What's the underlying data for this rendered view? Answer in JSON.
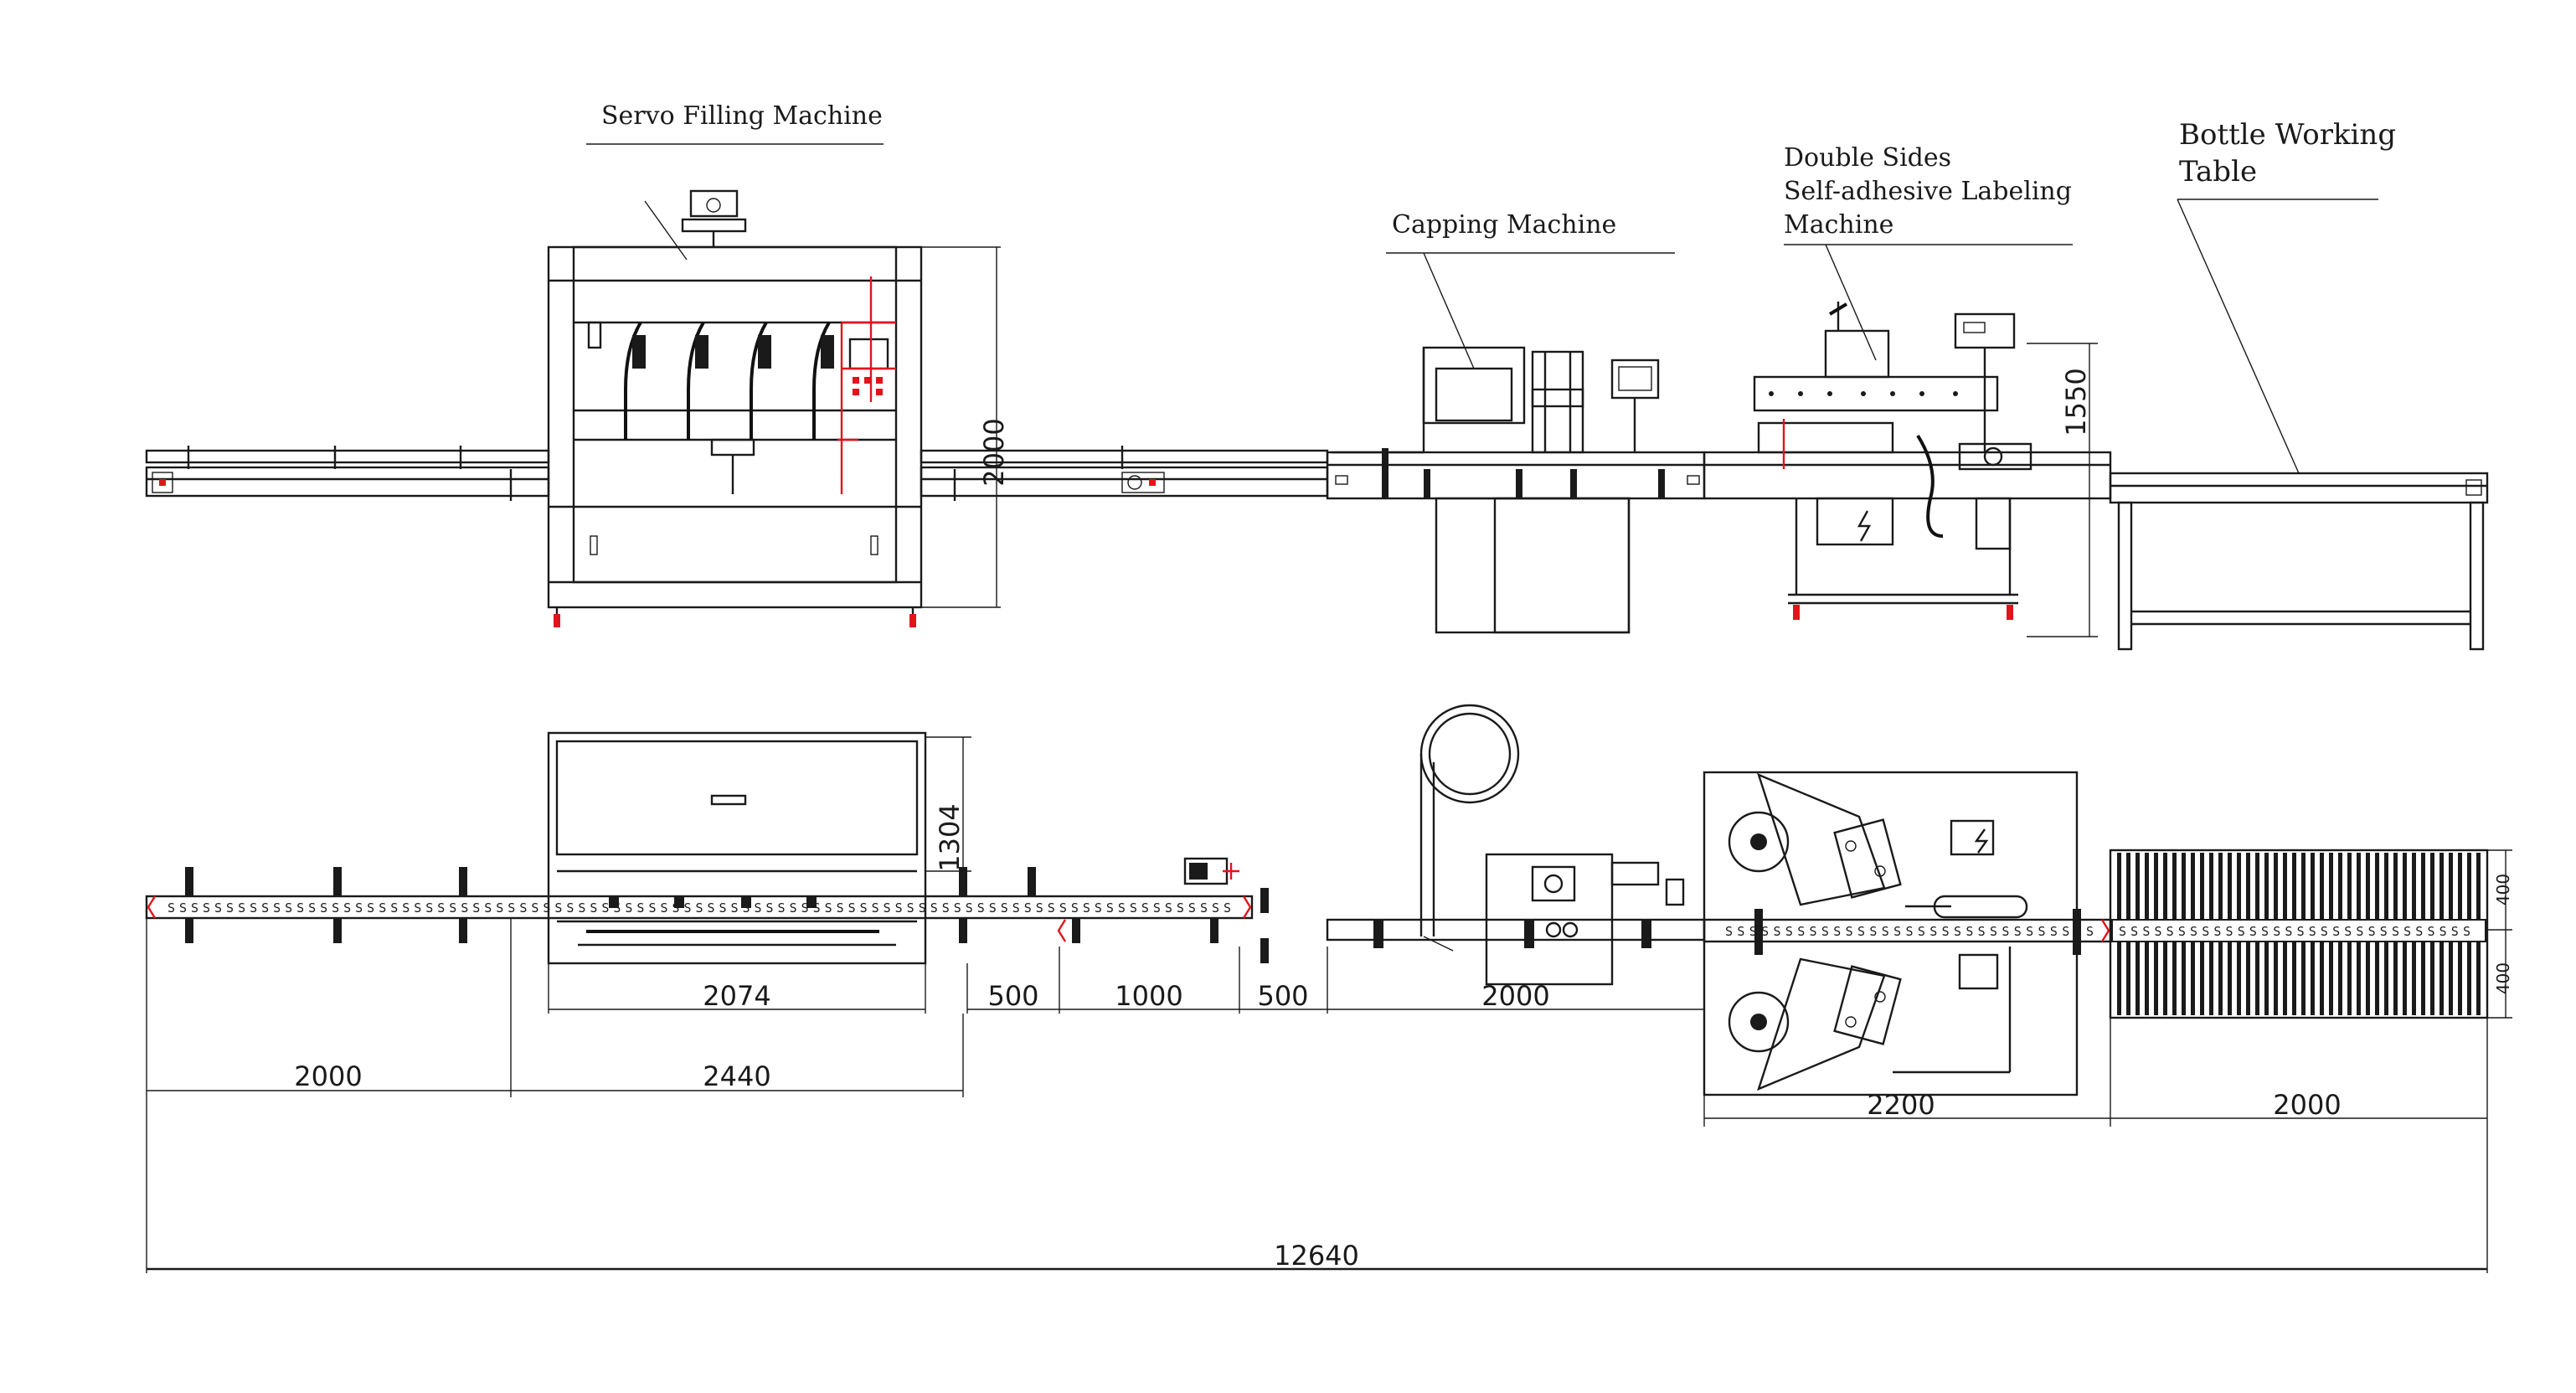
{
  "labels": {
    "filling": "Servo Filling Machine",
    "capping": "Capping Machine",
    "labeling_line1": "Double Sides",
    "labeling_line2": "Self-adhesive Labeling",
    "labeling_line3": "Machine",
    "table_line1": "Bottle Working",
    "table_line2": "Table"
  },
  "dimensions": {
    "filling_height": "2000",
    "labeling_height": "1550",
    "filling_depth": "1304",
    "filling_width": "2074",
    "gap1": "500",
    "conveyor_mid": "1000",
    "gap2": "500",
    "capping_width": "2000",
    "conveyor_left": "2000",
    "filling_span": "2440",
    "labeling_width": "2200",
    "table_width": "2000",
    "table_half_top": "400",
    "table_half_bottom": "400",
    "total_length": "12640"
  },
  "icons": {
    "hv": "high-voltage-icon"
  },
  "colors": {
    "line": "#1a1a1a",
    "marker": "#e0151b",
    "background": "#ffffff"
  }
}
